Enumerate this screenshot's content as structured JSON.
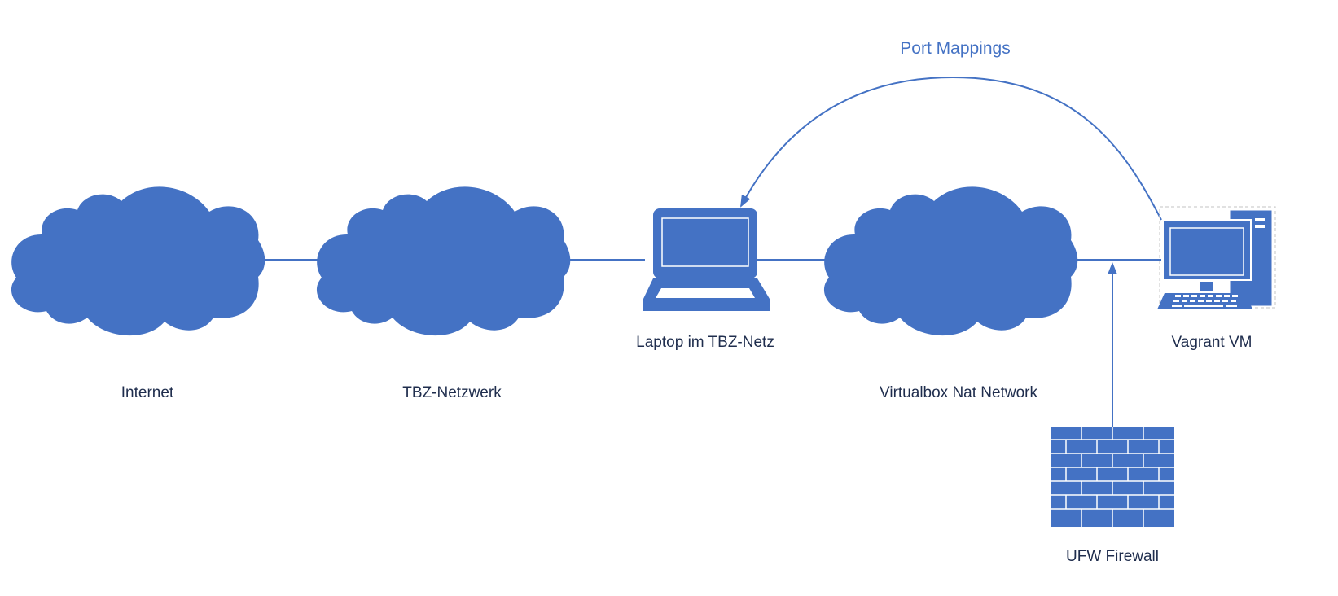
{
  "colors": {
    "shape": "#4472c4",
    "text": "#1f2d4d",
    "accent": "#4472c4",
    "background": "#ffffff"
  },
  "labels": {
    "port_mappings": "Port Mappings",
    "internet": "Internet",
    "tbz_netzwerk": "TBZ-Netzwerk",
    "laptop": "Laptop im TBZ-Netz",
    "virtualbox": "Virtualbox Nat Network",
    "vagrant_vm": "Vagrant VM",
    "ufw_firewall": "UFW Firewall"
  },
  "icons": {
    "cloud_internet": "cloud-icon",
    "cloud_tbz": "cloud-icon",
    "laptop": "laptop-icon",
    "cloud_virtualbox": "cloud-icon",
    "vagrant_vm": "desktop-computer-icon",
    "firewall": "brick-wall-firewall-icon"
  }
}
